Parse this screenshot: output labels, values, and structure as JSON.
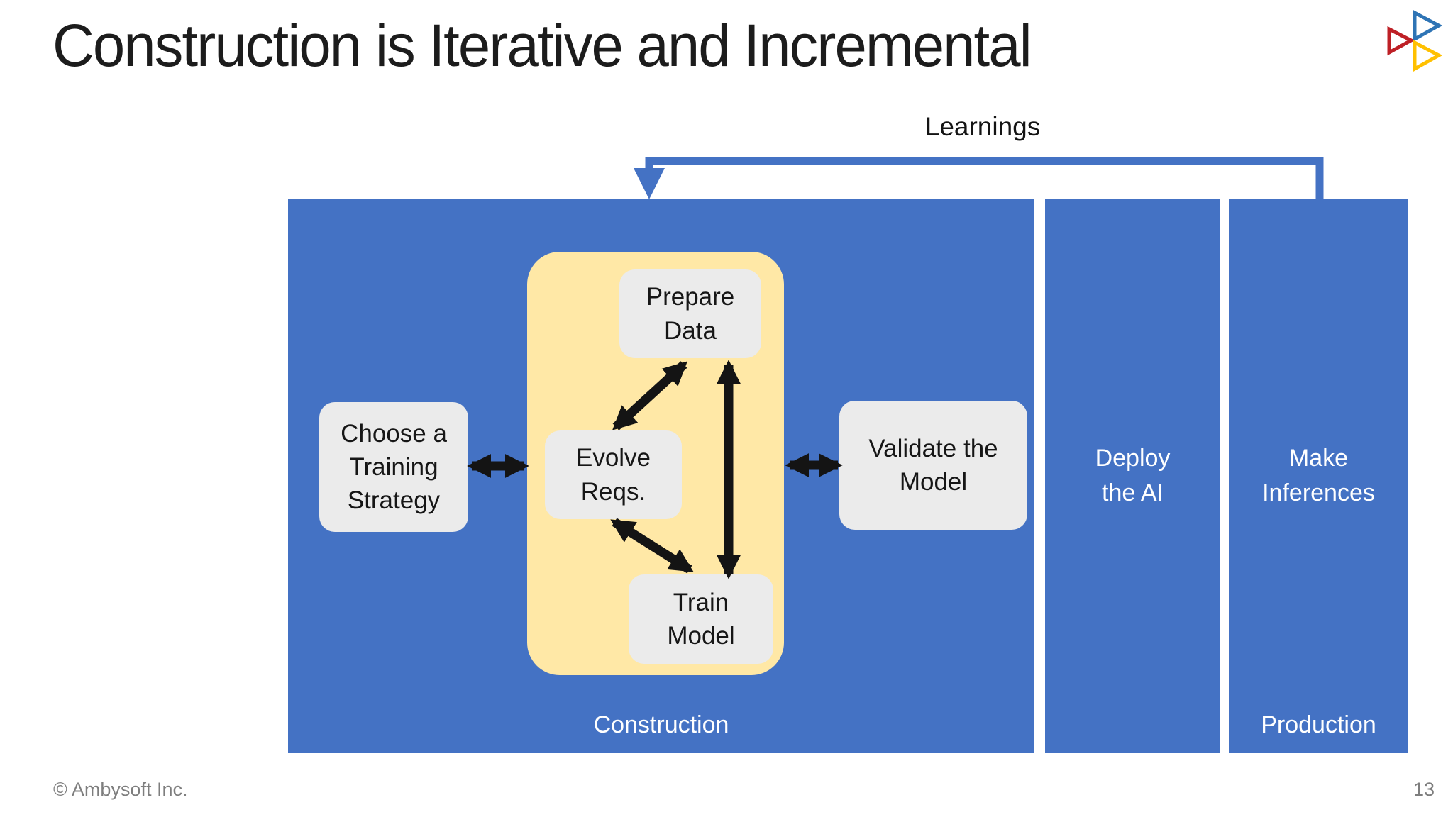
{
  "title": "Construction is Iterative and Incremental",
  "logo": {
    "icon": "three-right-pointing-triangles",
    "colors": {
      "red": "#BE2026",
      "blue": "#2E74B5",
      "yellow": "#FFC000"
    }
  },
  "feedback_loop": {
    "label": "Learnings"
  },
  "phases": {
    "construction": {
      "label": "Construction",
      "choose_training_strategy": "Choose a\nTraining\nStrategy",
      "iteration_group": {
        "prepare_data": "Prepare\nData",
        "evolve_reqs": "Evolve\nReqs.",
        "train_model": "Train\nModel"
      },
      "validate_model": "Validate the\nModel"
    },
    "deploy": {
      "label": "Deploy\nthe AI"
    },
    "production": {
      "label": "Production",
      "make_inferences": "Make\nInferences"
    }
  },
  "relationships": [
    {
      "from": "Choose a Training Strategy",
      "to": "Evolve Reqs.",
      "style": "double-headed"
    },
    {
      "from": "Evolve Reqs.",
      "to": "Prepare Data",
      "style": "double-headed"
    },
    {
      "from": "Prepare Data",
      "to": "Train Model",
      "style": "double-headed"
    },
    {
      "from": "Evolve Reqs.",
      "to": "Train Model",
      "style": "double-headed"
    },
    {
      "from": "Evolve Reqs.",
      "to": "Validate the Model",
      "style": "double-headed"
    },
    {
      "from": "Production",
      "to": "Construction",
      "style": "feedback-arrow",
      "label": "Learnings"
    }
  ],
  "footer": {
    "copyright": "© Ambysoft Inc.",
    "page_number": "13"
  },
  "colors": {
    "phase_blue": "#4472C4",
    "iteration_yellow": "#FFE8A6",
    "node_grey": "#EBEBEB",
    "arrow_black": "#141414",
    "text_white": "#FFFFFF",
    "footer_grey": "#7E7E7E"
  }
}
